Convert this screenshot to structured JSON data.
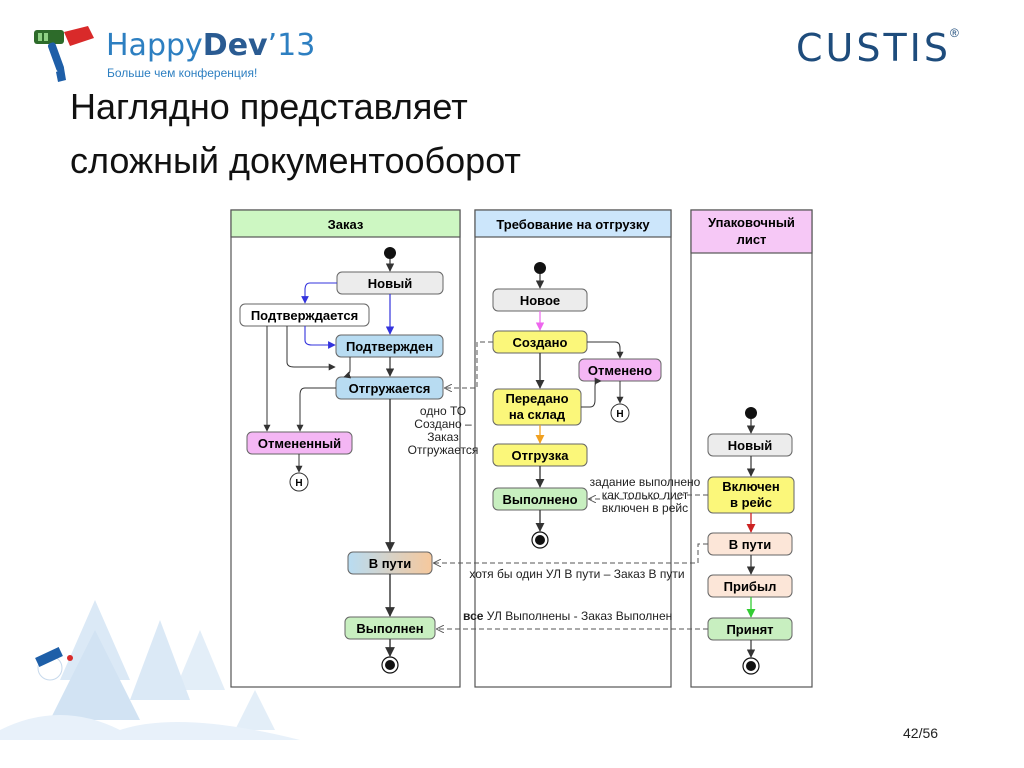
{
  "header": {
    "logo_happy": "Happy",
    "logo_dev": "Dev",
    "logo_year": "’13",
    "tagline": "Больше чем конференция!",
    "custis_logo": "CUSTIS",
    "custis_reg": "®"
  },
  "slide": {
    "title_line1": "Наглядно представляет",
    "title_line2": "сложный документооборот",
    "page_number": "42/56"
  },
  "diagram": {
    "lanes": {
      "order": "Заказ",
      "shipping": "Требование на отгрузку",
      "packing_line1": "Упаковочный",
      "packing_line2": "лист"
    },
    "order_states": {
      "new": "Новый",
      "confirming": "Подтверждается",
      "confirmed": "Подтвержден",
      "shipping": "Отгружается",
      "cancelled": "Отмененный",
      "in_transit": "В пути",
      "done": "Выполнен",
      "h": "H"
    },
    "shipping_states": {
      "new": "Новое",
      "created": "Создано",
      "cancelled": "Отменено",
      "transferred_line1": "Передано",
      "transferred_line2": "на склад",
      "loading": "Отгрузка",
      "done": "Выполнено",
      "h": "H"
    },
    "packing_states": {
      "new": "Новый",
      "in_trip_line1": "Включен",
      "in_trip_line2": "в рейс",
      "in_transit": "В пути",
      "arrived": "Прибыл",
      "accepted": "Принят"
    },
    "notes": {
      "one_to_line1": "одно ТО",
      "one_to_line2": "Создано –",
      "one_to_line3": "Заказ",
      "one_to_line4": "Отгружается",
      "task_line1": "задание выполнено",
      "task_line2": "как только лист",
      "task_line3": "включен в рейс",
      "at_least_one": "хотя бы один УЛ В пути – Заказ В пути",
      "all_bold": "все",
      "all_rest": " УЛ Выполнены - Заказ Выполнен"
    },
    "colors": {
      "lane_header_green": "#cdf7c2",
      "lane_header_blue": "#cce6fb",
      "lane_header_pink": "#f6c8f6",
      "state_gray": "#ececec",
      "state_yellow": "#fbf77a",
      "state_pink": "#f4b6f4",
      "state_green": "#c8efc0",
      "state_blue_orange": "#b8dcf2",
      "state_peach": "#fce6d8",
      "arrow_blue": "#3333dd",
      "arrow_violet": "#ee66ee",
      "arrow_orange": "#f0a020",
      "arrow_red": "#cc2222",
      "arrow_green": "#33cc33"
    }
  }
}
